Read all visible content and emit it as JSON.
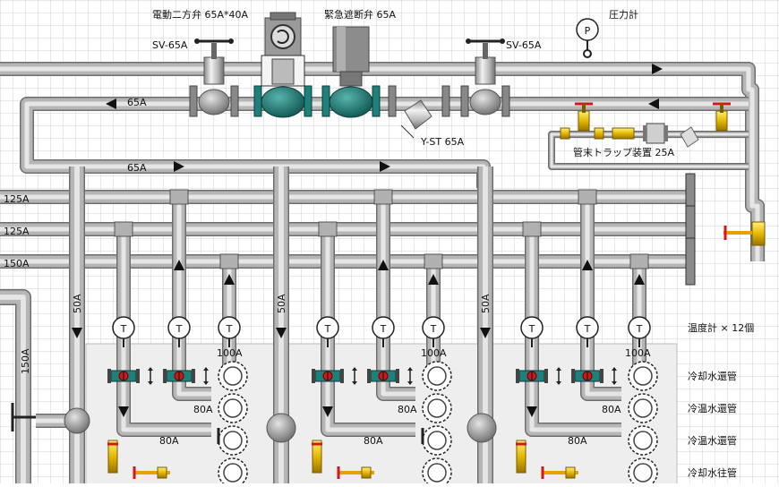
{
  "colors": {
    "pipe_light": "#e8e8e8",
    "pipe_mid": "#b4b4b4",
    "pipe_dark": "#7a7a7a",
    "valve_teal": "#1f7f7a",
    "valve_red": "#d01818",
    "brass": "#e6b800",
    "grid": "#d2d2d2",
    "panel": "#eeeeee"
  },
  "labels": {
    "motor_valve": "電動二方弁 65A*40A",
    "emergency_valve": "緊急遮断弁 65A",
    "pressure_gauge": "圧力計",
    "pressure_symbol": "P",
    "sv_left": "SV-65A",
    "sv_right": "SV-65A",
    "main_return": "65A",
    "header_65a": "65A",
    "y_strainer": "Y-ST 65A",
    "steam_trap": "管末トラップ装置 25A",
    "pipe_125a_1": "125A",
    "pipe_125a_2": "125A",
    "pipe_150a": "150A",
    "pipe_150a_vertical": "150A",
    "riser_50a_1": "50A",
    "riser_50a_2": "50A",
    "riser_50a_3": "50A",
    "branch_100a_1": "100A",
    "branch_100a_2": "100A",
    "branch_100a_3": "100A",
    "branch_80a_1": "80A",
    "branch_80a_2": "80A",
    "branch_80a_3": "80A",
    "branch_80a_4": "80A",
    "branch_80a_5": "80A",
    "branch_80a_6": "80A",
    "thermo_symbol": "T",
    "thermometer_count": "温度計 × 12個",
    "legend_1": "冷却水還管",
    "legend_2": "冷温水還管",
    "legend_3": "冷温水還管",
    "legend_4": "冷却水往管"
  }
}
